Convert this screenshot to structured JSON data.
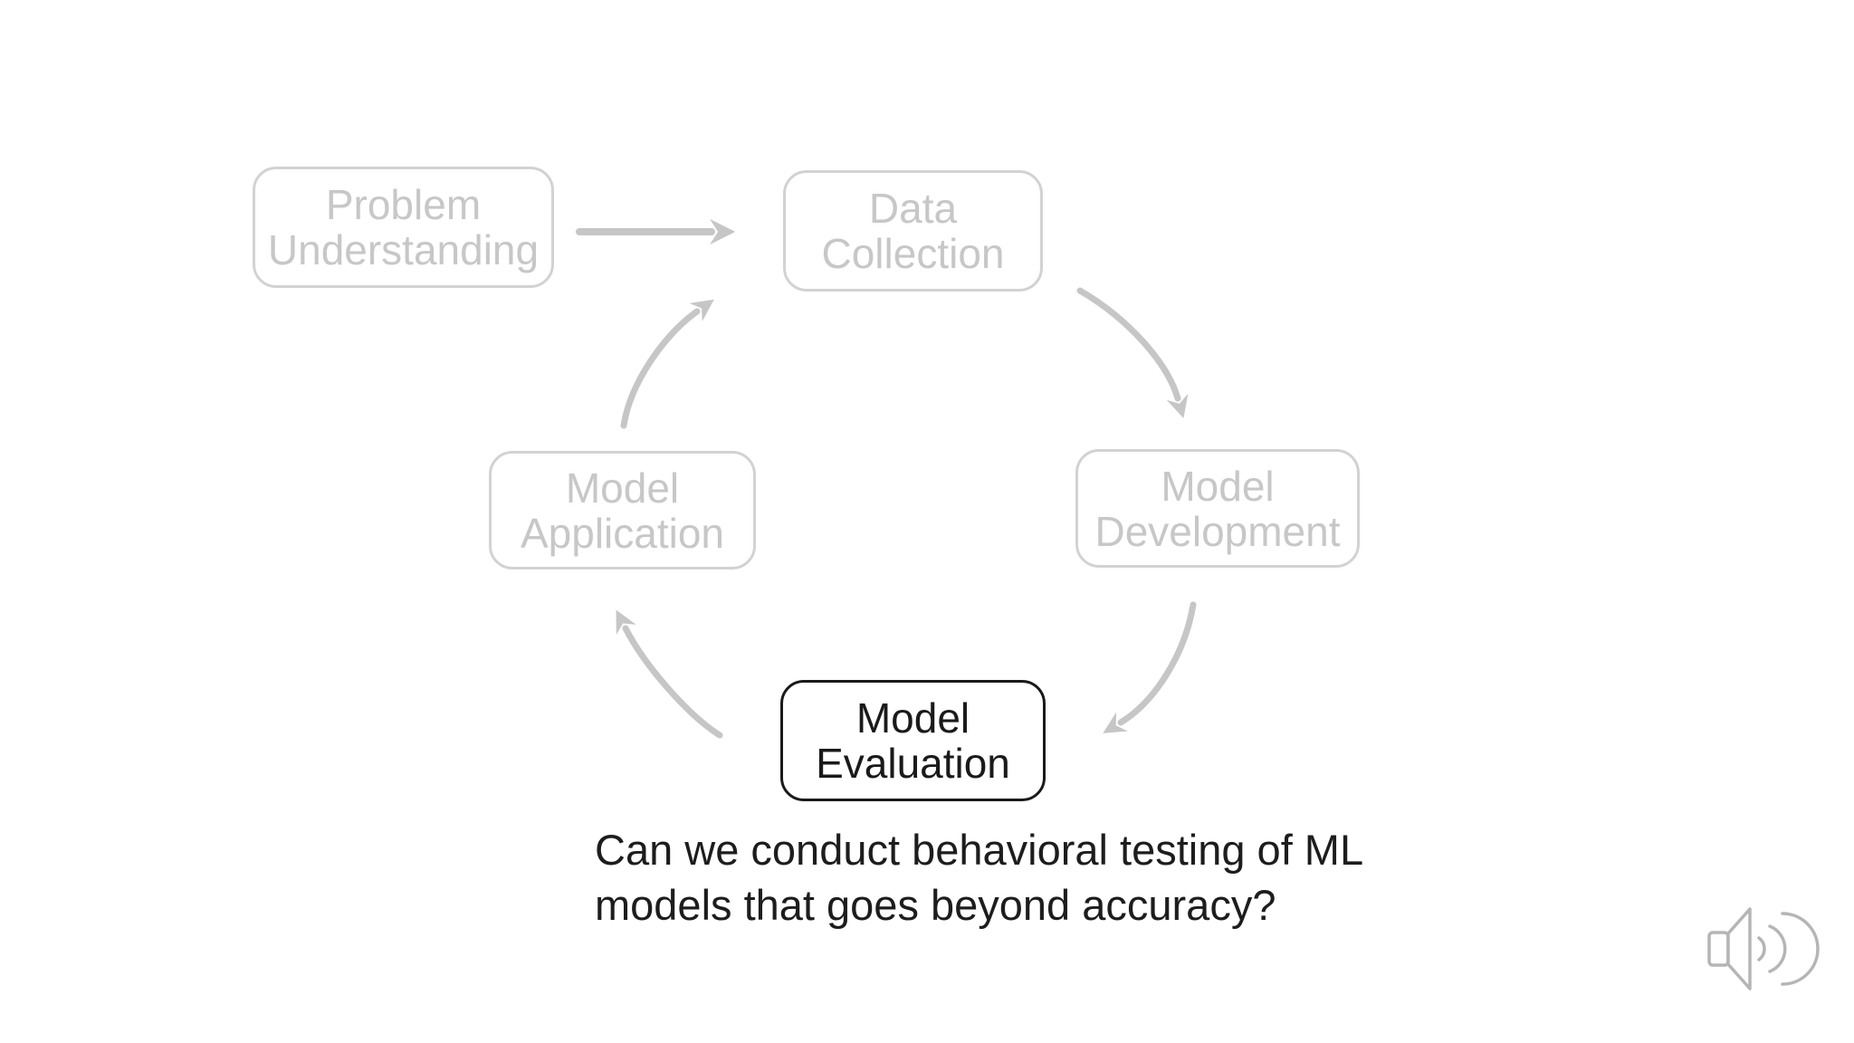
{
  "slide": {
    "background_color": "#ffffff"
  },
  "cycle_diagram": {
    "nodes": [
      {
        "id": "problem-understanding",
        "label_line1": "Problem",
        "label_line2": "Understanding",
        "state": "inactive"
      },
      {
        "id": "data-collection",
        "label_line1": "Data",
        "label_line2": "Collection",
        "state": "inactive"
      },
      {
        "id": "model-development",
        "label_line1": "Model",
        "label_line2": "Development",
        "state": "inactive"
      },
      {
        "id": "model-evaluation",
        "label_line1": "Model",
        "label_line2": "Evaluation",
        "state": "active"
      },
      {
        "id": "model-application",
        "label_line1": "Model",
        "label_line2": "Application",
        "state": "inactive"
      }
    ],
    "arrows": [
      {
        "from": "Problem Understanding",
        "to": "Data Collection",
        "style": "straight"
      },
      {
        "from": "Data Collection",
        "to": "Model Development",
        "style": "curved"
      },
      {
        "from": "Model Development",
        "to": "Model Evaluation",
        "style": "curved"
      },
      {
        "from": "Model Evaluation",
        "to": "Model Application",
        "style": "curved"
      },
      {
        "from": "Model Application",
        "to": "Data Collection",
        "style": "curved"
      }
    ],
    "colors": {
      "inactive_text": "#c7c7c7",
      "inactive_border": "#d2d2d2",
      "active_text": "#1a1a1a",
      "active_border": "#1a1a1a",
      "arrow": "#c6c6c6"
    }
  },
  "caption": {
    "line1": "Can we conduct behavioral testing of ML",
    "line2": "models that goes beyond accuracy?",
    "color": "#1d1d1d"
  },
  "icons": {
    "audio": {
      "name": "speaker-audio-icon",
      "color": "#b5b5b5"
    }
  }
}
